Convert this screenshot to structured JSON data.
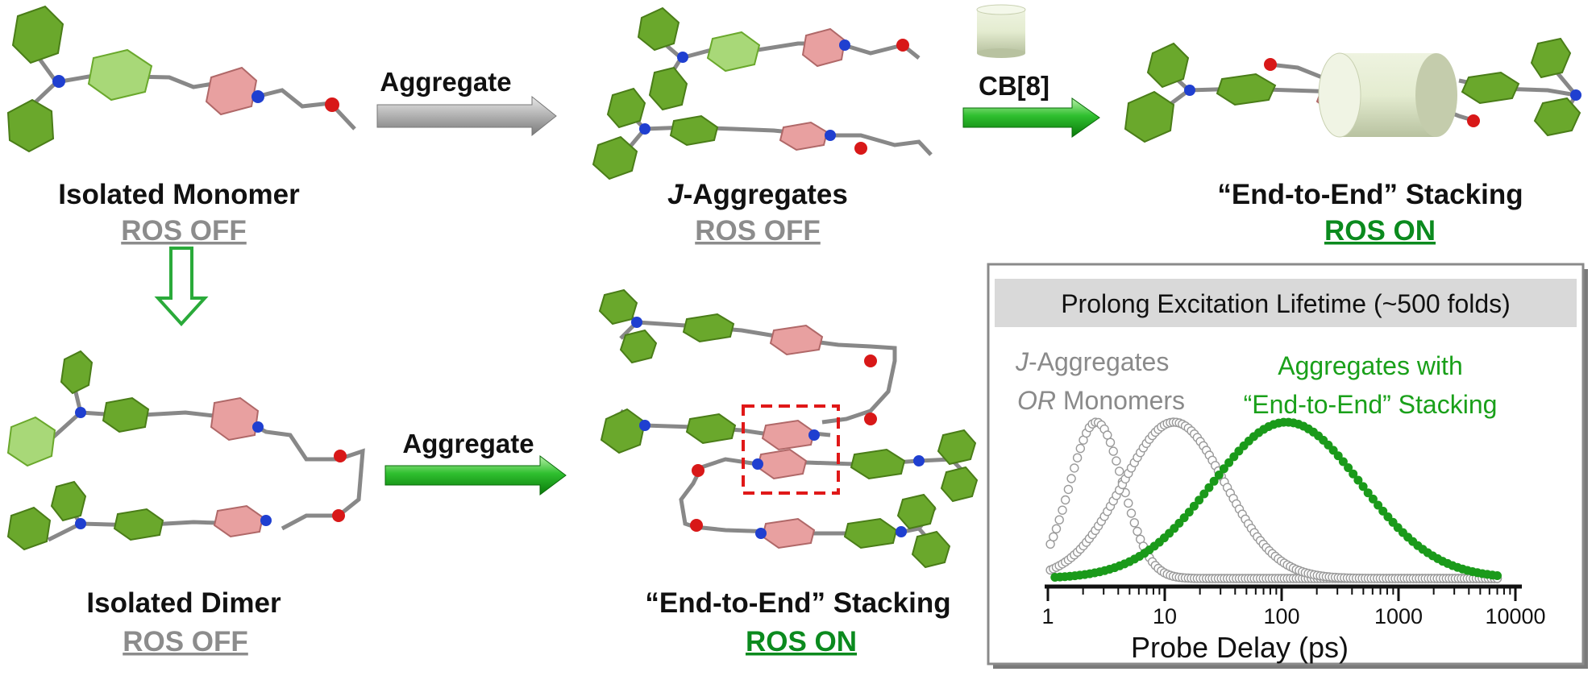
{
  "panels": {
    "monomer": {
      "label": "Isolated Monomer",
      "status": "ROS OFF"
    },
    "j_aggregates": {
      "label_prefix": "J",
      "label_rest": "-Aggregates",
      "status": "ROS OFF"
    },
    "cb8_stacking": {
      "label": "“End-to-End” Stacking",
      "status": "ROS ON"
    },
    "dimer": {
      "label": "Isolated Dimer",
      "status": "ROS OFF"
    },
    "dimer_stacking": {
      "label": "“End-to-End” Stacking",
      "status": "ROS ON"
    }
  },
  "arrows": {
    "aggregate_top": "Aggregate",
    "cb8": "CB[8]",
    "aggregate_bottom": "Aggregate"
  },
  "colors": {
    "phenyl_green": "#6aa82c",
    "phenyl_light": "#a8d878",
    "pyridinium_pink": "#e8a0a0",
    "nitrogen_blue": "#1f3fd0",
    "oxygen_red": "#d81818",
    "bond_gray": "#888888",
    "ros_on": "#0b8a1e",
    "ros_off": "#8c8c8c",
    "series_green": "#1a9a1a",
    "series_gray": "#9a9a9a"
  },
  "inset": {
    "title": "Prolong Excitation Lifetime (~500 folds)",
    "legend_gray_line1_italic": "J",
    "legend_gray_line1_rest": "-Aggregates",
    "legend_gray_line2_italic": "OR",
    "legend_gray_line2_rest": " Monomers",
    "legend_green_line1": "Aggregates with",
    "legend_green_line2": "“End-to-End” Stacking"
  },
  "chart_data": {
    "type": "scatter",
    "title": "Prolong Excitation Lifetime (~500 folds)",
    "xlabel": "Probe Delay (ps)",
    "ylabel": "",
    "xscale": "log",
    "xlim": [
      1,
      10000
    ],
    "xticks": [
      "1",
      "10",
      "100",
      "1000",
      "10000"
    ],
    "ylim": [
      0,
      1
    ],
    "series": [
      {
        "name": "J-Aggregates OR Monomers",
        "color": "#9a9a9a",
        "marker": "open-circle",
        "peak_x": 2.6,
        "width_decades": 0.32
      },
      {
        "name": "J-Aggregates OR Monomers",
        "color": "#9a9a9a",
        "marker": "open-circle",
        "peak_x": 12,
        "width_decades": 0.62
      },
      {
        "name": "Aggregates with “End-to-End” Stacking",
        "color": "#1a9a1a",
        "marker": "filled-circle",
        "peak_x": 110,
        "width_decades": 0.9
      }
    ]
  }
}
